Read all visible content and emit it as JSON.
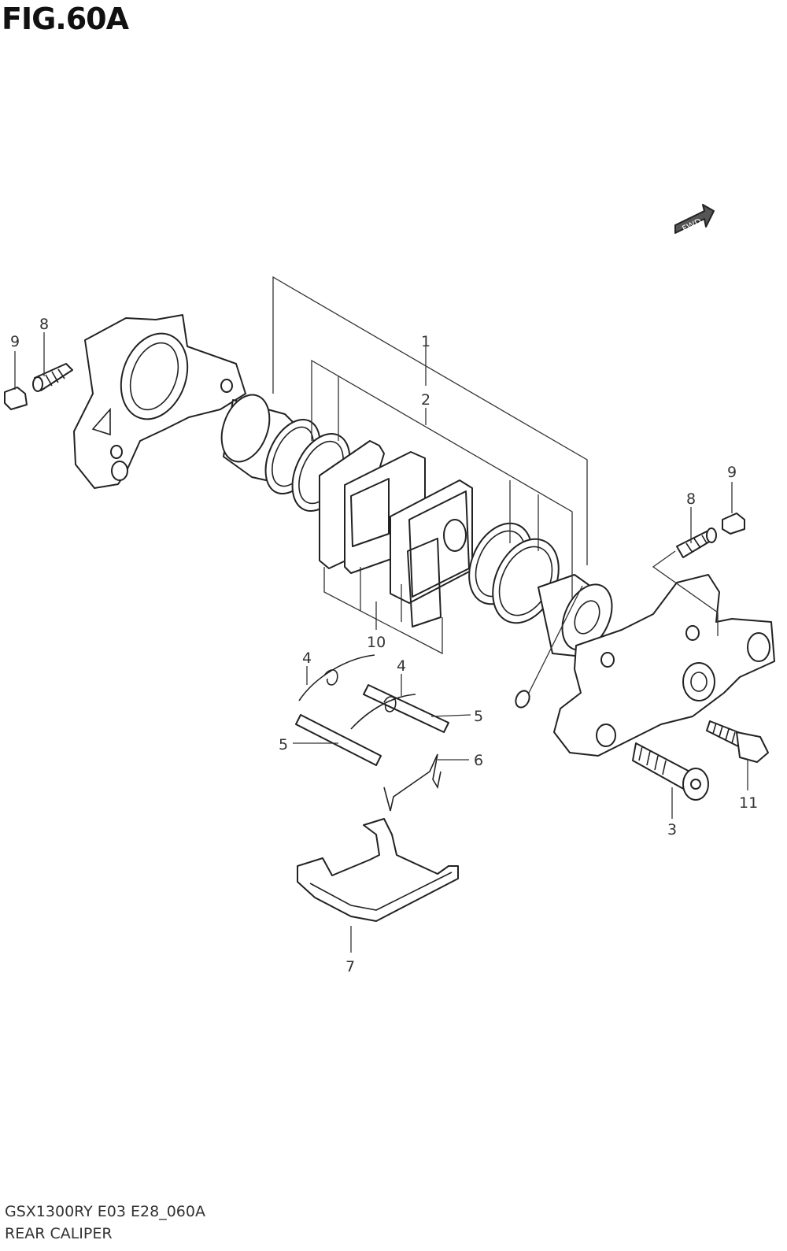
{
  "header": {
    "title": "FIG.60A"
  },
  "footer": {
    "code": "GSX1300RY E03 E28_060A",
    "subtitle": "REAR CALIPER"
  },
  "fwd_label": "FWD",
  "callouts": {
    "c1": "1",
    "c2": "2",
    "c3": "3",
    "c4a": "4",
    "c4b": "4",
    "c5a": "5",
    "c5b": "5",
    "c6": "6",
    "c7": "7",
    "c8a": "8",
    "c8b": "8",
    "c9a": "9",
    "c9b": "9",
    "c10": "10",
    "c11": "11"
  }
}
